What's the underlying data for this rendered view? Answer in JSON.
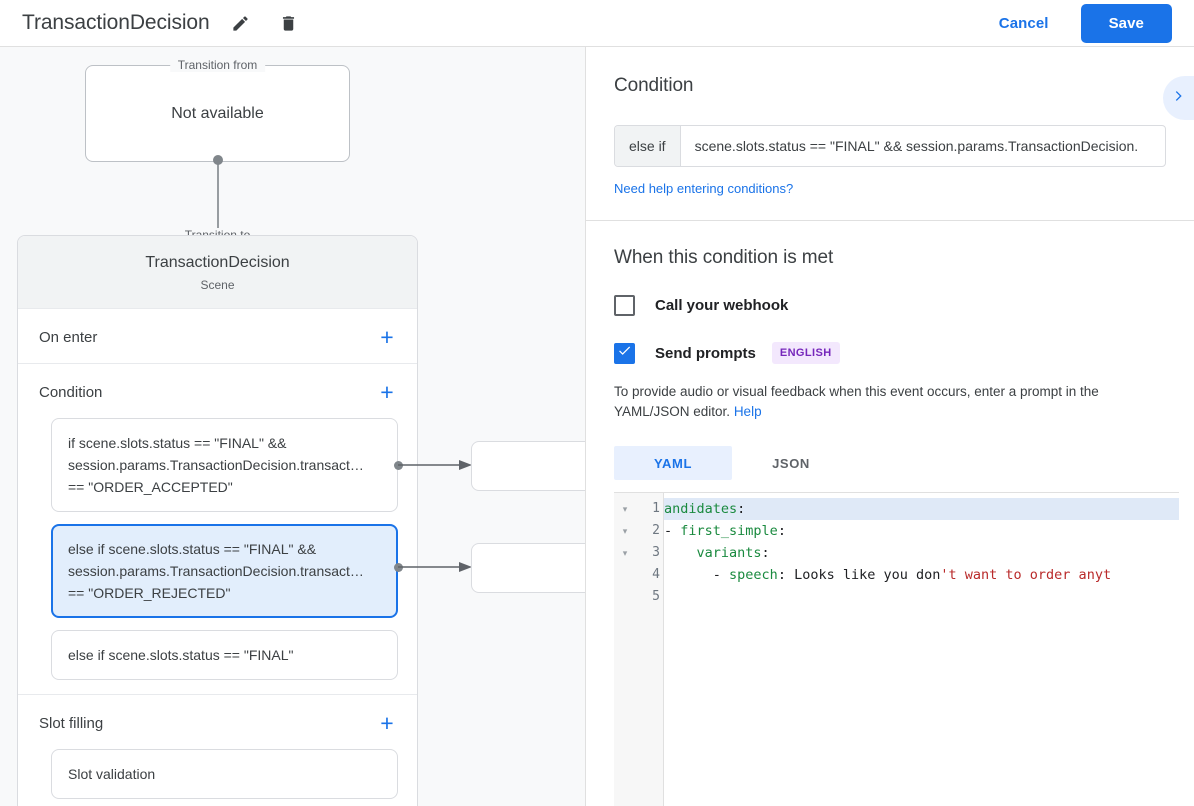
{
  "topbar": {
    "title": "TransactionDecision",
    "edit_icon": "pencil-icon",
    "delete_icon": "trash-icon",
    "cancel_label": "Cancel",
    "save_label": "Save",
    "accent_color": "#1a73e8"
  },
  "canvas": {
    "transition_from": {
      "legend": "Transition from",
      "title": "Not available"
    },
    "transition_to": {
      "legend": "Transition to",
      "scene_name": "TransactionDecision",
      "scene_kind": "Scene"
    },
    "sections": [
      {
        "title": "On enter",
        "add_label": "+",
        "items": []
      },
      {
        "title": "Condition",
        "add_label": "+",
        "items": [
          {
            "selected": false,
            "lines": [
              "if scene.slots.status == \"FINAL\" &&",
              "session.params.TransactionDecision.transact…",
              "== \"ORDER_ACCEPTED\""
            ]
          },
          {
            "selected": true,
            "lines": [
              "else if scene.slots.status == \"FINAL\" &&",
              "session.params.TransactionDecision.transact…",
              "== \"ORDER_REJECTED\""
            ]
          },
          {
            "selected": false,
            "lines": [
              "else if scene.slots.status == \"FINAL\""
            ]
          }
        ]
      },
      {
        "title": "Slot filling",
        "add_label": "+",
        "items": [
          {
            "selected": false,
            "lines": [
              "Slot validation"
            ]
          }
        ]
      }
    ]
  },
  "panel": {
    "collapse_icon": "chevron-right-icon",
    "condition": {
      "heading": "Condition",
      "prefix": "else if",
      "value": "scene.slots.status == \"FINAL\" && session.params.TransactionDecision.",
      "help_link": "Need help entering conditions?"
    },
    "when_met": {
      "heading": "When this condition is met",
      "webhook": {
        "label": "Call your webhook",
        "checked": false
      },
      "prompts": {
        "label": "Send prompts",
        "checked": true,
        "badge": "ENGLISH"
      },
      "description": "To provide audio or visual feedback when this event occurs, enter a prompt in the YAML/JSON editor.",
      "help_label": "Help"
    },
    "editor": {
      "tabs": [
        {
          "label": "YAML",
          "active": true
        },
        {
          "label": "JSON",
          "active": false
        }
      ],
      "line_numbers": [
        "1",
        "2",
        "3",
        "4",
        "5"
      ],
      "fold_rows": [
        true,
        true,
        true,
        false,
        false
      ],
      "highlight_line": 1,
      "lines": [
        [
          {
            "t": "andidates",
            "c": "key"
          },
          {
            "t": ":",
            "c": "punct"
          }
        ],
        [
          {
            "t": "- ",
            "c": "punct"
          },
          {
            "t": "first_simple",
            "c": "key"
          },
          {
            "t": ":",
            "c": "punct"
          }
        ],
        [
          {
            "t": "    ",
            "c": "punct"
          },
          {
            "t": "variants",
            "c": "key"
          },
          {
            "t": ":",
            "c": "punct"
          }
        ],
        [
          {
            "t": "      - ",
            "c": "punct"
          },
          {
            "t": "speech",
            "c": "key"
          },
          {
            "t": ": ",
            "c": "punct"
          },
          {
            "t": "Looks like you don",
            "c": "punct"
          },
          {
            "t": "'t want to order anyt",
            "c": "str"
          }
        ],
        []
      ]
    }
  }
}
